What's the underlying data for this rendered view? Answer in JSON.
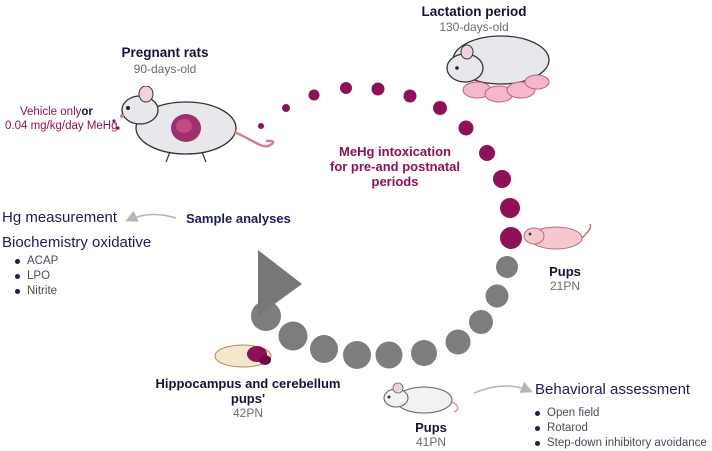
{
  "pregnant": {
    "title": "Pregnant rats",
    "age": "90-days-old"
  },
  "treatment": {
    "vehicle_prefix": "Vehicle only",
    "or_word": "or",
    "dose": "0.04 mg/kg/day MeHg"
  },
  "lactation": {
    "title": "Lactation period",
    "age": "130-days-old"
  },
  "intoxication": {
    "line1": "MeHg intoxication",
    "line2": "for pre-and postnatal",
    "line3": "periods"
  },
  "pups21": {
    "title": "Pups",
    "age": "21PN"
  },
  "pups41": {
    "title": "Pups",
    "age": "41PN"
  },
  "hippocampus": {
    "line1": "Hippocampus and cerebellum",
    "line2": "pups'",
    "age": "42PN"
  },
  "sample_analyses": "Sample analyses",
  "hg_measurement": "Hg measurement",
  "biochem": {
    "title": "Biochemistry oxidative",
    "items": [
      "ACAP",
      "LPO",
      "Nitrite"
    ]
  },
  "behavioral": {
    "title": "Behavioral assessment",
    "items": [
      "Open field",
      "Rotarod",
      "Step-down inhibitory avoidance"
    ]
  },
  "colors": {
    "purple": "#8e1157",
    "gray": "#7a7a7a",
    "navy": "#1d1d55"
  },
  "icons": [
    "pregnant-rat-icon",
    "nursing-rat-icon",
    "pup-21pn-icon",
    "pup-41pn-icon",
    "brain-icon"
  ]
}
